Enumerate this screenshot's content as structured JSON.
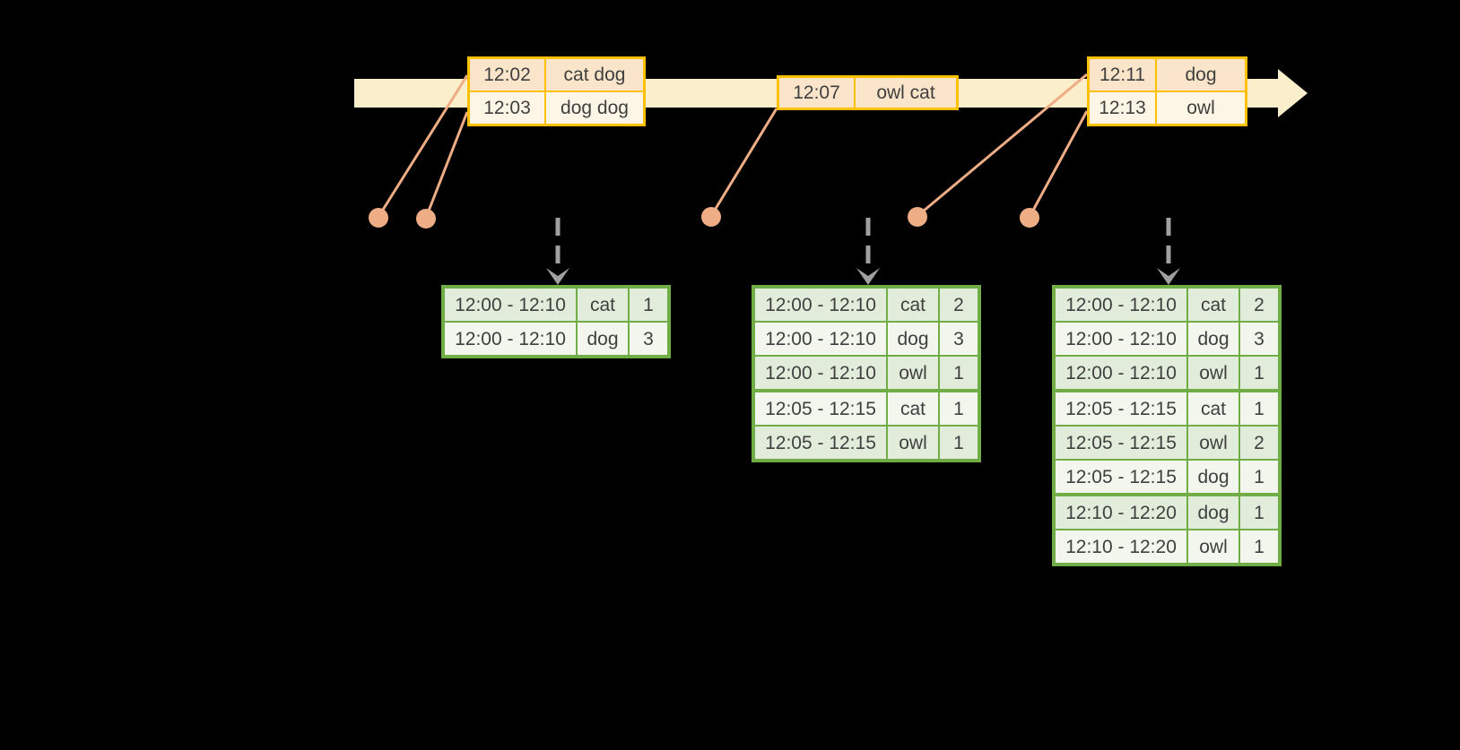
{
  "background": "#000000",
  "colors": {
    "timeline_fill": "#FBEFCB",
    "event_table_border": "#FFC000",
    "event_row_peach": "#FAE5CA",
    "event_row_cream": "#FDF6E7",
    "connector_salmon": "#EFAD85",
    "dashed_arrow_gray": "#A0A0A0",
    "result_table_border": "#70AD47",
    "result_row_shaded": "#E2ECDB",
    "result_row_light": "#F2F6EC",
    "text": "#3F3F3F"
  },
  "chart_data": {
    "type": "table",
    "description": "Event-time sliding-window word-count diagram: events on a timeline arrow feed windowed count result tables",
    "timeline_events": [
      {
        "time": "12:02",
        "words": "cat dog"
      },
      {
        "time": "12:03",
        "words": "dog dog"
      },
      {
        "time": "12:07",
        "words": "owl cat"
      },
      {
        "time": "12:11",
        "words": "dog"
      },
      {
        "time": "12:13",
        "words": "owl"
      }
    ],
    "result_snapshots": [
      [
        [
          "12:00 - 12:10",
          "cat",
          1
        ],
        [
          "12:00 - 12:10",
          "dog",
          3
        ]
      ],
      [
        [
          "12:00 - 12:10",
          "cat",
          2
        ],
        [
          "12:00 - 12:10",
          "dog",
          3
        ],
        [
          "12:00 - 12:10",
          "owl",
          1
        ],
        [
          "12:05 - 12:15",
          "cat",
          1
        ],
        [
          "12:05 - 12:15",
          "owl",
          1
        ]
      ],
      [
        [
          "12:00 - 12:10",
          "cat",
          2
        ],
        [
          "12:00 - 12:10",
          "dog",
          3
        ],
        [
          "12:00 - 12:10",
          "owl",
          1
        ],
        [
          "12:05 - 12:15",
          "cat",
          1
        ],
        [
          "12:05 - 12:15",
          "owl",
          2
        ],
        [
          "12:05 - 12:15",
          "dog",
          1
        ],
        [
          "12:10 - 12:20",
          "dog",
          1
        ],
        [
          "12:10 - 12:20",
          "owl",
          1
        ]
      ]
    ]
  },
  "timeline": {
    "event_tables": [
      {
        "rows": [
          [
            "12:02",
            "cat dog"
          ],
          [
            "12:03",
            "dog dog"
          ]
        ]
      },
      {
        "rows": [
          [
            "12:07",
            "owl cat"
          ]
        ]
      },
      {
        "rows": [
          [
            "12:11",
            "dog"
          ],
          [
            "12:13",
            "owl"
          ]
        ]
      }
    ]
  },
  "result_tables": [
    {
      "rows": [
        [
          "12:00 - 12:10",
          "cat",
          "1"
        ],
        [
          "12:00 - 12:10",
          "dog",
          "3"
        ]
      ]
    },
    {
      "rows": [
        [
          "12:00 - 12:10",
          "cat",
          "2"
        ],
        [
          "12:00 - 12:10",
          "dog",
          "3"
        ],
        [
          "12:00 - 12:10",
          "owl",
          "1"
        ],
        [
          "12:05 - 12:15",
          "cat",
          "1"
        ],
        [
          "12:05 - 12:15",
          "owl",
          "1"
        ]
      ]
    },
    {
      "rows": [
        [
          "12:00 - 12:10",
          "cat",
          "2"
        ],
        [
          "12:00 - 12:10",
          "dog",
          "3"
        ],
        [
          "12:00 - 12:10",
          "owl",
          "1"
        ],
        [
          "12:05 - 12:15",
          "cat",
          "1"
        ],
        [
          "12:05 - 12:15",
          "owl",
          "2"
        ],
        [
          "12:05 - 12:15",
          "dog",
          "1"
        ],
        [
          "12:10 - 12:20",
          "dog",
          "1"
        ],
        [
          "12:10 - 12:20",
          "owl",
          "1"
        ]
      ]
    }
  ]
}
